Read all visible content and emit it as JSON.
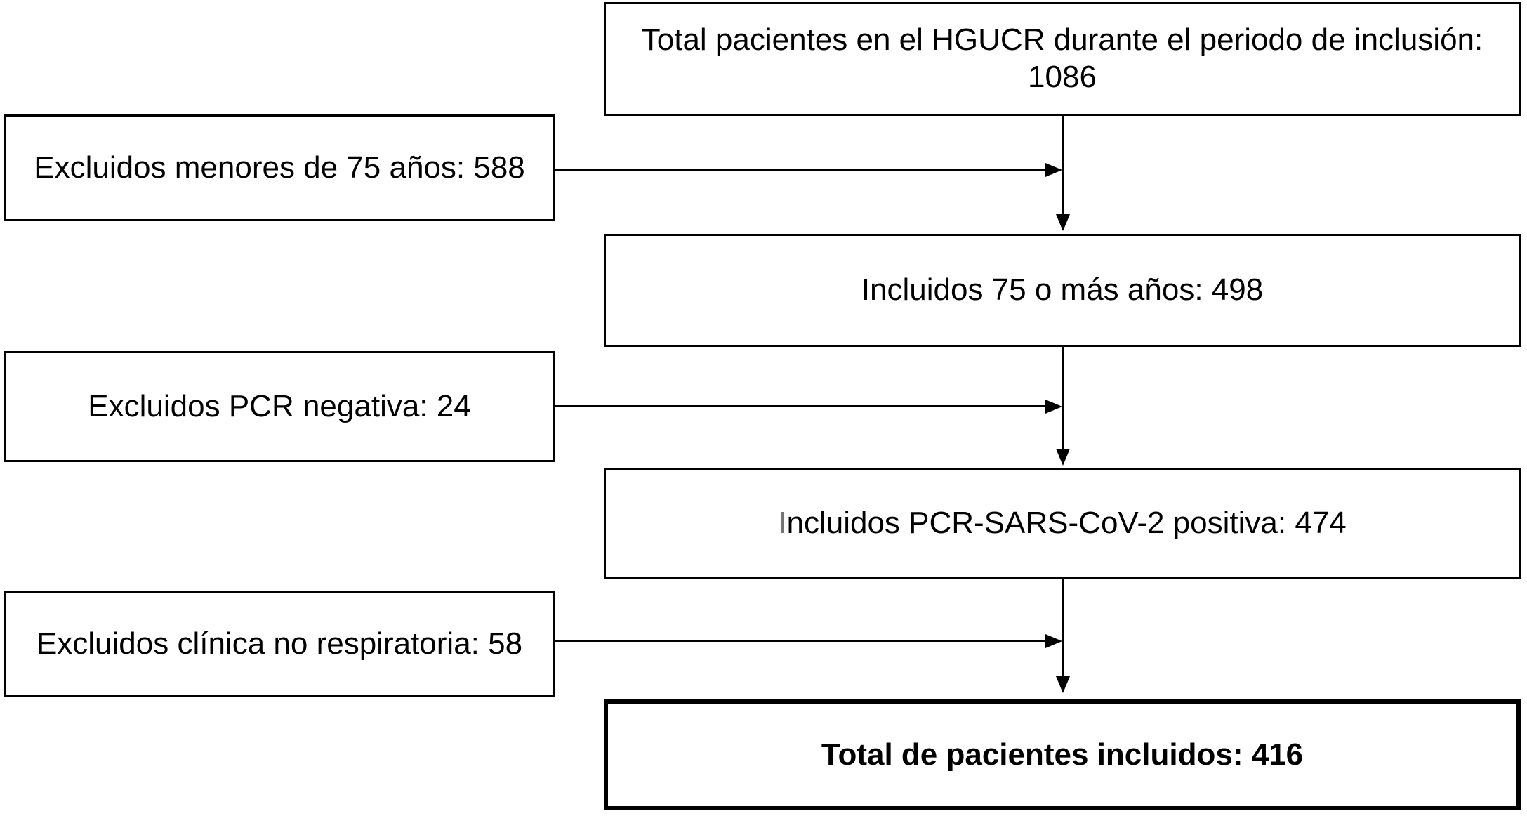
{
  "colors": {
    "background": "#ffffff",
    "box_border": "#000000",
    "text": "#000000",
    "muted_initial": "#757575"
  },
  "flow": {
    "total": {
      "label": "Total pacientes en el HGUCR durante el periodo de inclusión: 1086",
      "value": 1086
    },
    "excluded_under_75": {
      "label": "Excluidos menores de 75 años: 588",
      "value": 588
    },
    "included_75_plus": {
      "label": "Incluidos 75 o más años: 498",
      "value": 498
    },
    "excluded_pcr_negative": {
      "label": "Excluidos PCR negativa: 24",
      "value": 24
    },
    "included_pcr_positive": {
      "lead": "I",
      "rest": "ncluidos PCR-SARS-CoV-2 positiva: 474",
      "value": 474
    },
    "excluded_non_respiratory": {
      "label": "Excluidos clínica no respiratoria: 58",
      "value": 58
    },
    "total_included": {
      "label": "Total de pacientes incluidos: 416",
      "value": 416
    }
  }
}
